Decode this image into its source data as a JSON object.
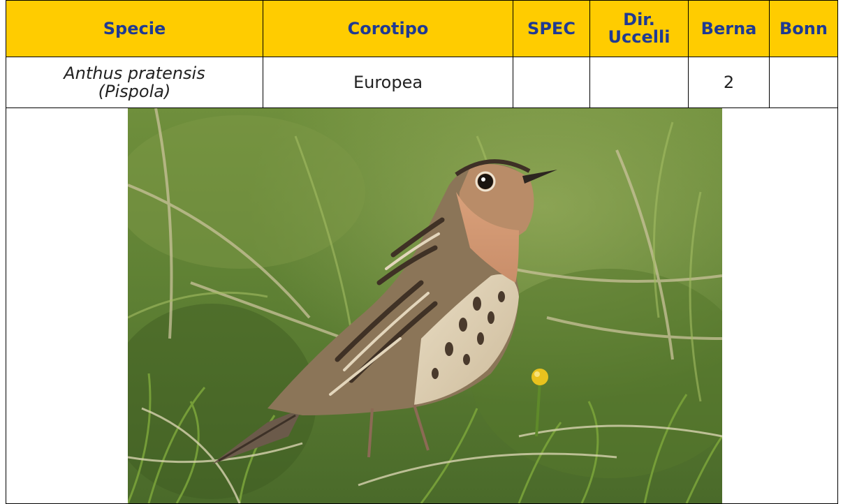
{
  "table": {
    "headers": {
      "specie": "Specie",
      "corotipo": "Corotipo",
      "spec": "SPEC",
      "dir_uccelli_line1": "Dir.",
      "dir_uccelli_line2": "Uccelli",
      "berna": "Berna",
      "bonn": "Bonn"
    },
    "row": {
      "specie_line1": "Anthus pratensis",
      "specie_line2": "(Pispola)",
      "corotipo": "Europea",
      "spec": "",
      "dir_uccelli": "",
      "berna": "2",
      "bonn": ""
    }
  },
  "photo": {
    "subject": "bird-pipit-on-grass"
  },
  "colors": {
    "header_bg": "#ffcc00",
    "header_text": "#1f3a93"
  }
}
